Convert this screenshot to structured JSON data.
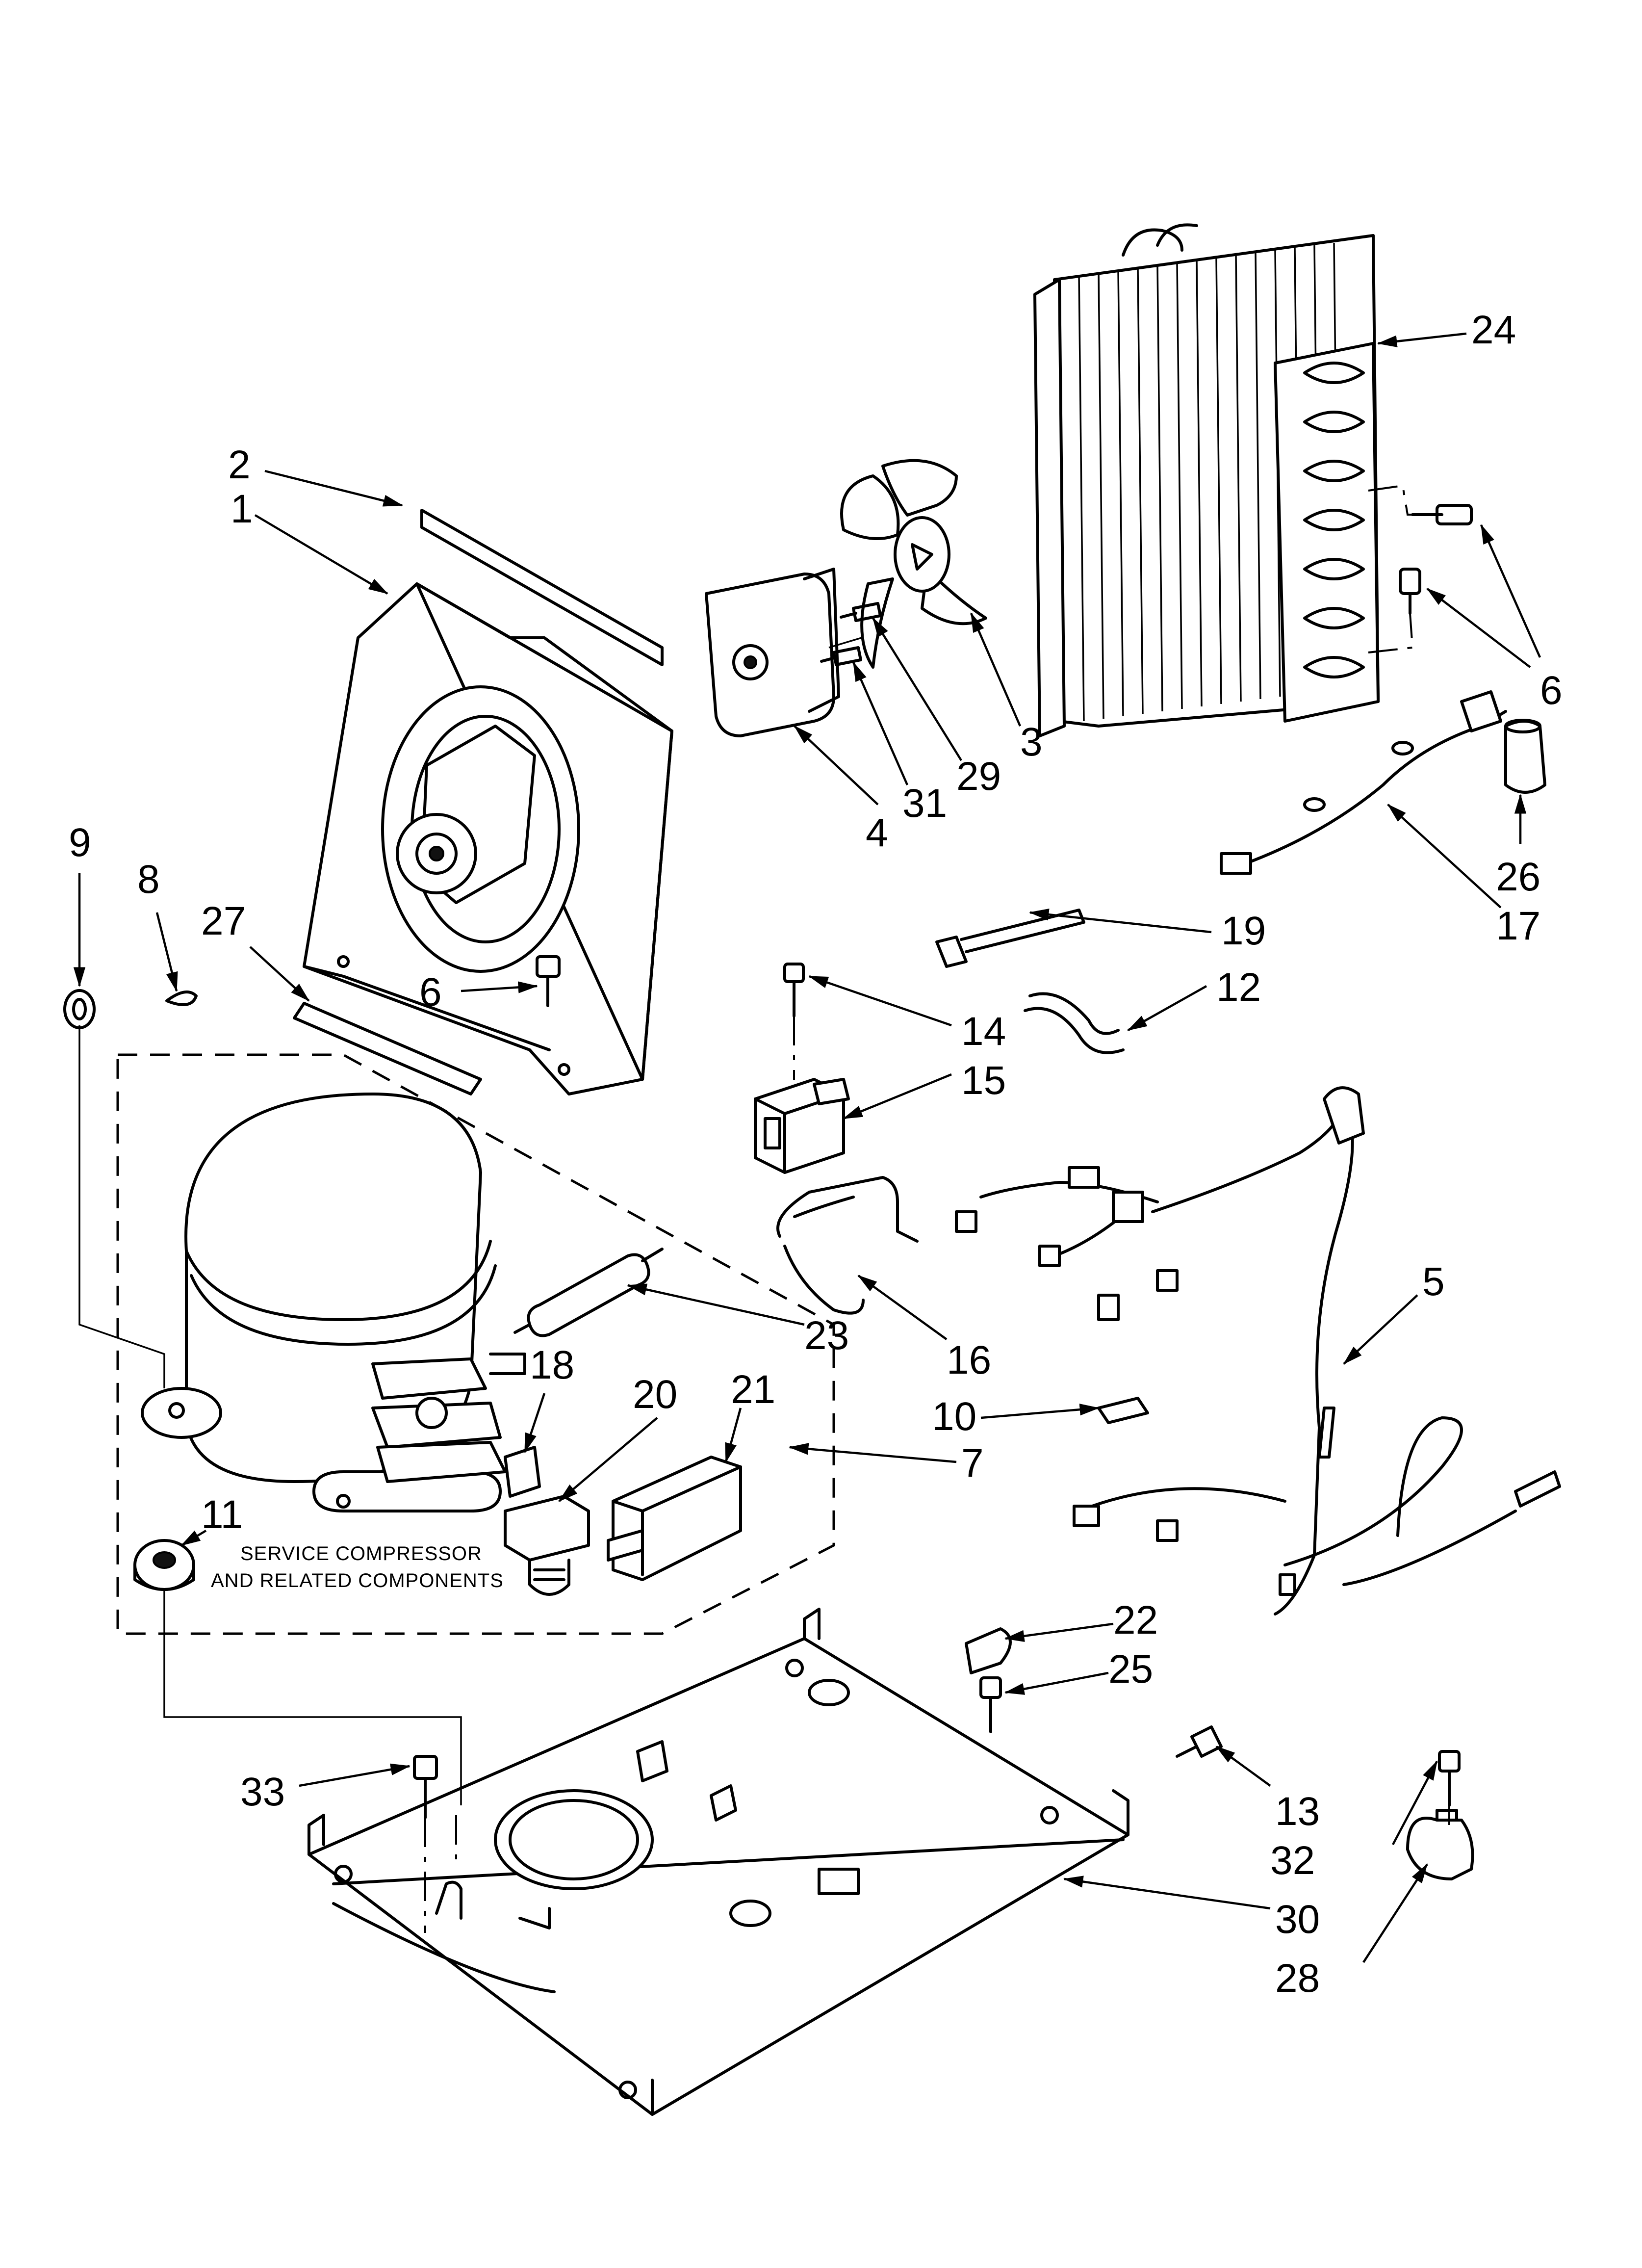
{
  "callouts": {
    "c1": "1",
    "c2": "2",
    "c3": "3",
    "c4": "4",
    "c5": "5",
    "c6a": "6",
    "c6b": "6",
    "c7": "7",
    "c8": "8",
    "c9": "9",
    "c10": "10",
    "c11": "11",
    "c12": "12",
    "c13": "13",
    "c14": "14",
    "c15": "15",
    "c16": "16",
    "c17": "17",
    "c18": "18",
    "c19": "19",
    "c20": "20",
    "c21": "21",
    "c22": "22",
    "c23": "23",
    "c24": "24",
    "c25": "25",
    "c26": "26",
    "c27": "27",
    "c28": "28",
    "c29": "29",
    "c30": "30",
    "c31": "31",
    "c32": "32",
    "c33": "33"
  },
  "note": {
    "line1": "SERVICE COMPRESSOR",
    "line2": "AND RELATED COMPONENTS"
  }
}
